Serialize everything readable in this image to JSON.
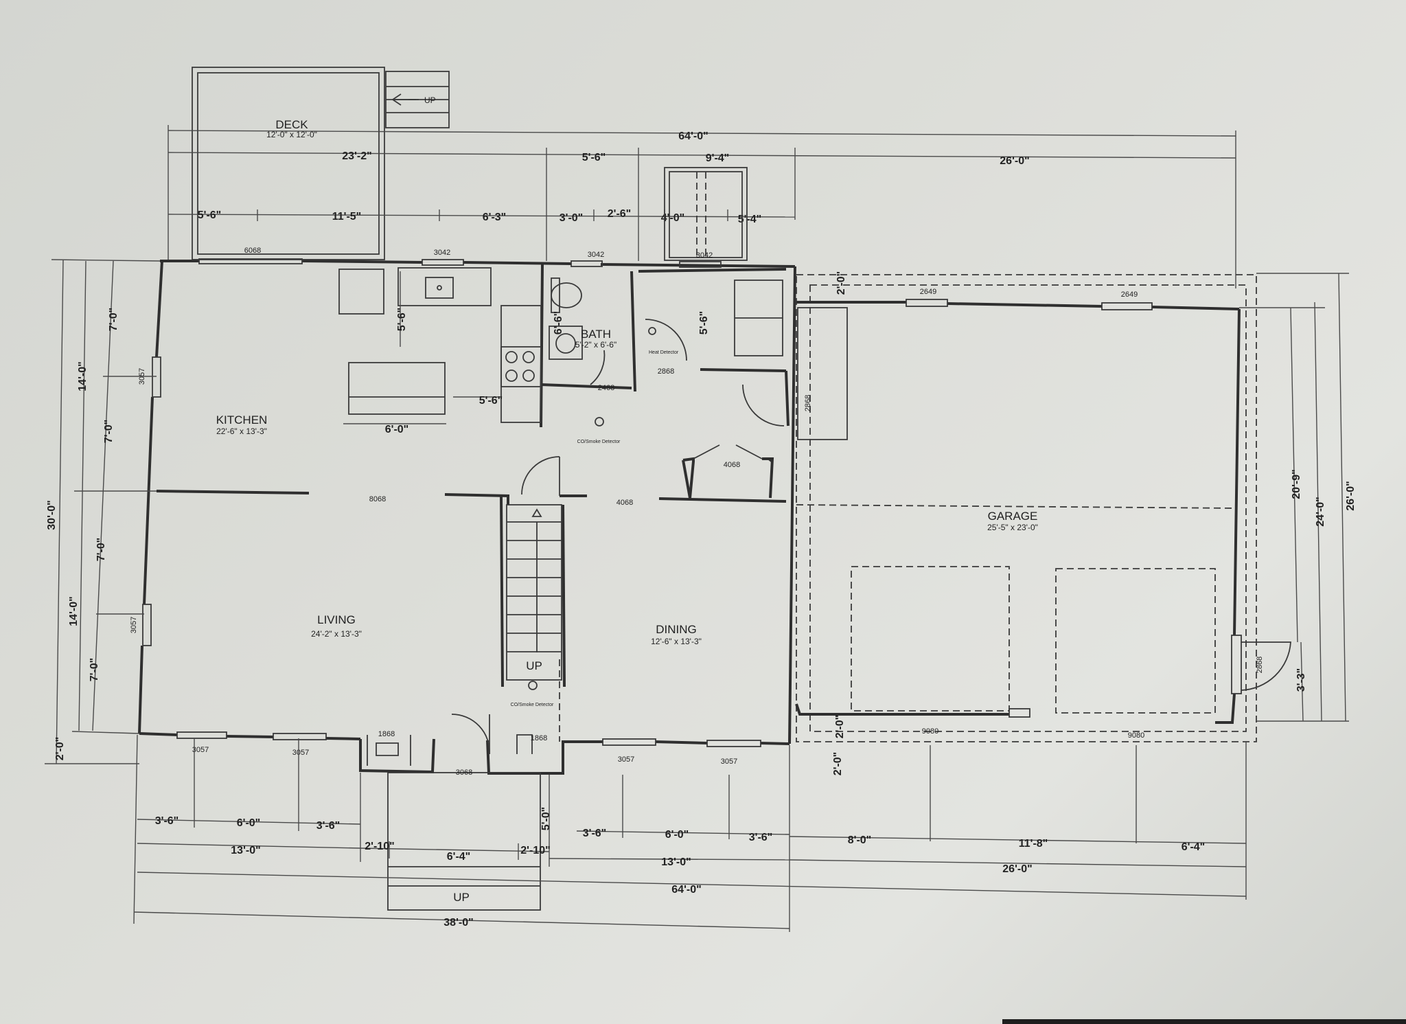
{
  "rooms": {
    "deck": {
      "name": "DECK",
      "size": "12'-0\" x 12'-0\""
    },
    "kitchen": {
      "name": "KITCHEN",
      "size": "22'-6\" x 13'-3\""
    },
    "bath": {
      "name": "BATH",
      "size": "5'-2\" x 6'-6\""
    },
    "living": {
      "name": "LIVING",
      "size": "24'-2\" x 13'-3\""
    },
    "dining": {
      "name": "DINING",
      "size": "12'-6\" x 13'-3\""
    },
    "garage": {
      "name": "GARAGE",
      "size": "25'-5\" x 23'-0\""
    }
  },
  "stairs": {
    "deck_up": "UP",
    "interior_up": "UP",
    "front_up": "UP"
  },
  "detectors": {
    "heat": "Heat Detector",
    "co_smoke_upper": "CO/Smoke Detector",
    "co_smoke_lower": "CO/Smoke Detector"
  },
  "openings": {
    "kitchen_slider": "6068",
    "kitchen_window": "3042",
    "bath_window": "3042",
    "laundry_window": "3042",
    "kitchen_west_window": "3057",
    "living_west_window": "3057",
    "bath_door": "2468",
    "laundry_door": "2868",
    "garage_entry_door": "2868",
    "closet_door": "4068",
    "hall_opening": "4068",
    "living_opening": "8068",
    "closet_left": "1868",
    "closet_right": "1868",
    "front_door": "3068",
    "living_window_1": "3057",
    "living_window_2": "3057",
    "dining_window_1": "3057",
    "dining_window_2": "3057",
    "garage_window_1": "2649",
    "garage_window_2": "2649",
    "garage_door_1": "9080",
    "garage_door_2": "9080",
    "garage_side_door": "2868"
  },
  "dimensions": {
    "top": {
      "overall": "64'-0\"",
      "house": "23'-2\"",
      "mid": "5'-6\"",
      "laundry": "9'-4\"",
      "garage": "26'-0\"",
      "s1": "5'-6\"",
      "s2": "11'-5\"",
      "s3": "6'-3\"",
      "s4": "3'-0\"",
      "s5": "2'-6\"",
      "s6": "4'-0\"",
      "s7": "5'-4\""
    },
    "left": {
      "overall": "30'-0\"",
      "upper": "14'-0\"",
      "lower": "14'-0\"",
      "bottom": "2'-0\"",
      "a": "7'-0\"",
      "b": "7'-0\"",
      "c": "7'-0\"",
      "d": "7'-0\""
    },
    "right": {
      "overall": "26'-0\"",
      "mid": "24'-0\"",
      "inner": "20'-9\"",
      "door": "3'-3\""
    },
    "interior": {
      "kitchen_to_stove": "5'-6\"",
      "island_gap": "5'-6\"",
      "island_width": "6'-0\"",
      "bath_depth": "6'-6\"",
      "laundry_depth": "5'-6\"",
      "garage_top_offset": "2'-0\"",
      "garage_bottom_offset": "2'-0\"",
      "garage_bottom_offset_2": "2'-0\""
    },
    "bottom": {
      "b1": "3'-6\"",
      "b2": "6'-0\"",
      "b3": "3'-6\"",
      "house_left": "13'-0\"",
      "porch_left": "2'-10\"",
      "porch_mid": "6'-4\"",
      "porch_right": "2'-10\"",
      "house_right": "13'-0\"",
      "porch_depth": "5'-0\"",
      "d1": "3'-6\"",
      "d2": "6'-0\"",
      "d3": "3'-6\"",
      "g1": "8'-0\"",
      "g2": "11'-8\"",
      "g3": "6'-4\"",
      "garage": "26'-0\"",
      "overall": "64'-0\"",
      "house": "38'-0\""
    }
  },
  "colors": {
    "paper": "#dcddd8",
    "line": "#2f2f2f"
  }
}
